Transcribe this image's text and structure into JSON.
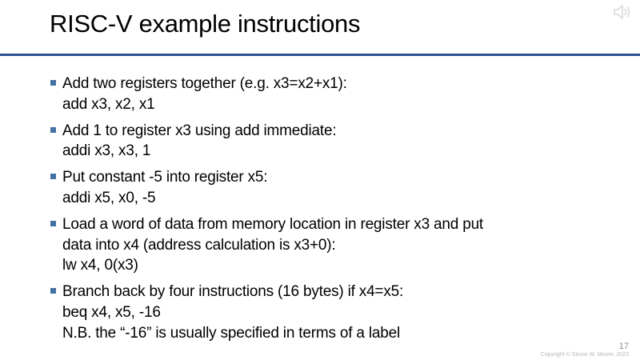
{
  "slide": {
    "title": "RISC-V example instructions",
    "page_number": "17",
    "copyright": "Copyright © Simon W. Moore, 2023",
    "colors": {
      "accent_rule": "#2F5496",
      "bullet_square": "#4472A4",
      "body_text": "#000000",
      "footer_gray": "#8c8c8c",
      "audio_icon_gray": "#d6d6d6"
    },
    "icons": {
      "audio": "speaker-with-sound-waves-icon",
      "bullet": "small-blue-square"
    },
    "bullets": [
      {
        "lines": [
          "Add two registers together (e.g. x3=x2+x1):",
          "add x3, x2, x1"
        ]
      },
      {
        "lines": [
          "Add 1 to register x3 using add immediate:",
          "addi x3, x3, 1"
        ]
      },
      {
        "lines": [
          "Put constant -5 into register x5:",
          "addi x5, x0, -5"
        ]
      },
      {
        "lines": [
          "Load a word of data from memory location in register x3 and put",
          "data into x4 (address calculation is x3+0):",
          "lw x4, 0(x3)"
        ]
      },
      {
        "lines": [
          "Branch back by four instructions (16 bytes) if x4=x5:",
          "beq x4, x5, -16",
          "N.B. the “-16” is usually specified in terms of a label"
        ]
      }
    ]
  }
}
